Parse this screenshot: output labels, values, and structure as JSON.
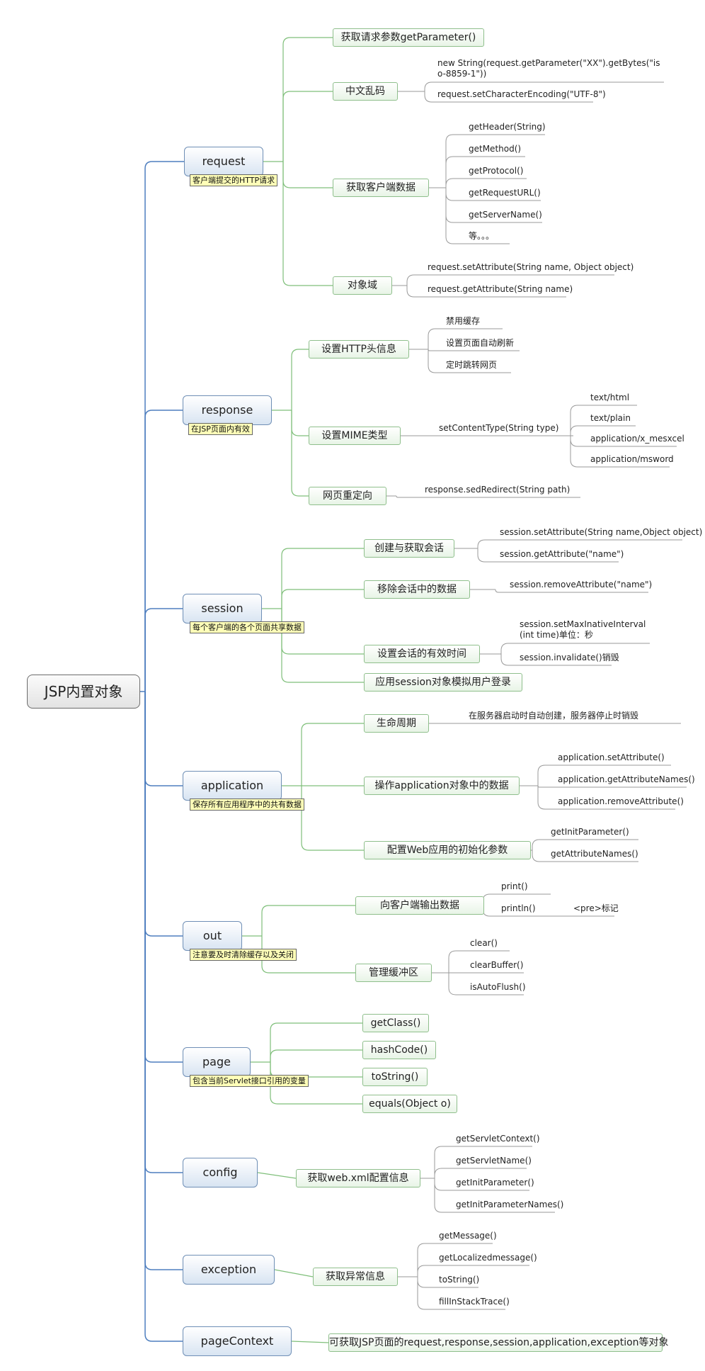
{
  "root": "JSP内置对象",
  "colors": {
    "main_line": "#4f7fbf",
    "sub_line": "#7fbf7a",
    "leaf_line": "#9a9a9a",
    "note_bg": "#ffffb8"
  },
  "branches": [
    {
      "id": "request",
      "label": "request",
      "note": "客户端提交的HTTP请求",
      "children": [
        {
          "label": "获取请求参数getParameter()",
          "leaves": []
        },
        {
          "label": "中文乱码",
          "leaves": [
            "new String(request.getParameter(\"XX\").getBytes(\"iso-8859-1\"))",
            "request.setCharacterEncoding(\"UTF-8\")"
          ]
        },
        {
          "label": "获取客户端数据",
          "leaves": [
            "getHeader(String)",
            "getMethod()",
            "getProtocol()",
            "getRequestURL()",
            "getServerName()",
            "等。。。"
          ]
        },
        {
          "label": "对象域",
          "leaves": [
            "request.setAttribute(String name, Object object)",
            "request.getAttribute(String name)"
          ]
        }
      ]
    },
    {
      "id": "response",
      "label": "response",
      "note": "在JSP页面内有效",
      "children": [
        {
          "label": "设置HTTP头信息",
          "leaves": [
            "禁用缓存",
            "设置页面自动刷新",
            "定时跳转网页"
          ]
        },
        {
          "label": "设置MIME类型",
          "leaves": [
            "setContentType(String type)"
          ],
          "sub_leaves": [
            "text/html",
            "text/plain",
            "application/x_mesxcel",
            "application/msword"
          ]
        },
        {
          "label": "网页重定向",
          "leaves": [
            "response.sedRedirect(String path)"
          ]
        }
      ]
    },
    {
      "id": "session",
      "label": "session",
      "note": "每个客户端的各个页面共享数据",
      "children": [
        {
          "label": "创建与获取会话",
          "leaves": [
            "session.setAttribute(String name,Object object)",
            "session.getAttribute(\"name\")"
          ]
        },
        {
          "label": "移除会话中的数据",
          "leaves": [
            "session.removeAttribute(\"name\")"
          ]
        },
        {
          "label": "设置会话的有效时间",
          "leaves": [
            "session.setMaxInativeInterval(int time)单位：秒",
            "session.invalidate()销毁"
          ]
        },
        {
          "label": "应用session对象模拟用户登录",
          "leaves": []
        }
      ]
    },
    {
      "id": "application",
      "label": "application",
      "note": "保存所有应用程序中的共有数据",
      "children": [
        {
          "label": "生命周期",
          "leaves": [
            "在服务器启动时自动创建，服务器停止时销毁"
          ]
        },
        {
          "label": "操作application对象中的数据",
          "leaves": [
            "application.setAttribute()",
            "application.getAttributeNames()",
            "application.removeAttribute()"
          ]
        },
        {
          "label": "配置Web应用的初始化参数",
          "leaves": [
            "getInitParameter()",
            "getAttributeNames()"
          ]
        }
      ]
    },
    {
      "id": "out",
      "label": "out",
      "note": "注意要及时清除缓存以及关闭",
      "children": [
        {
          "label": "向客户端输出数据",
          "leaves": [
            "print()",
            "println()"
          ],
          "extra": "<pre>标记"
        },
        {
          "label": "管理缓冲区",
          "leaves": [
            "clear()",
            "clearBuffer()",
            "isAutoFlush()"
          ]
        }
      ]
    },
    {
      "id": "page",
      "label": "page",
      "note": "包含当前Servlet接口引用的变量",
      "children": [
        {
          "label": "getClass()",
          "leaves": []
        },
        {
          "label": "hashCode()",
          "leaves": []
        },
        {
          "label": "toString()",
          "leaves": []
        },
        {
          "label": "equals(Object o)",
          "leaves": []
        }
      ]
    },
    {
      "id": "config",
      "label": "config",
      "note": "",
      "children": [
        {
          "label": "获取web.xml配置信息",
          "leaves": [
            "getServletContext()",
            "getServletName()",
            "getInitParameter()",
            "getInitParameterNames()"
          ]
        }
      ]
    },
    {
      "id": "exception",
      "label": "exception",
      "note": "",
      "children": [
        {
          "label": "获取异常信息",
          "leaves": [
            "getMessage()",
            "getLocalizedmessage()",
            "toString()",
            "fillInStackTrace()"
          ]
        }
      ]
    },
    {
      "id": "pageContext",
      "label": "pageContext",
      "note": "",
      "children": [
        {
          "label": "可获取JSP页面的request,response,session,application,exception等对象",
          "leaves": []
        }
      ]
    }
  ]
}
